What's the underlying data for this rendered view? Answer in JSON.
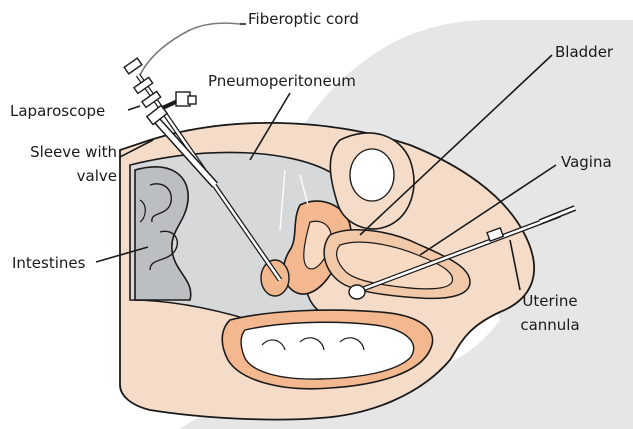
{
  "labels": {
    "fiberoptic_cord": "Fiberoptic cord",
    "laparoscope": "Laparoscope",
    "pneumoperitoneum": "Pneumoperitoneum",
    "sleeve_line1": "Sleeve with",
    "sleeve_line2": "valve",
    "bladder": "Bladder",
    "vagina": "Vagina",
    "intestines": "Intestines",
    "uterine_line1": "Uterine",
    "uterine_line2": "cannula"
  },
  "colors": {
    "skin": "#f4dcc8",
    "skin_dark": "#f1c9a8",
    "cavity_gray": "#d6d8d9",
    "intestine_gray": "#bcbfc1",
    "organ_orange": "#f3b88f",
    "organ_light": "#f8d9c2",
    "outline": "#1a1a1a",
    "shade": "#d9dadb"
  }
}
